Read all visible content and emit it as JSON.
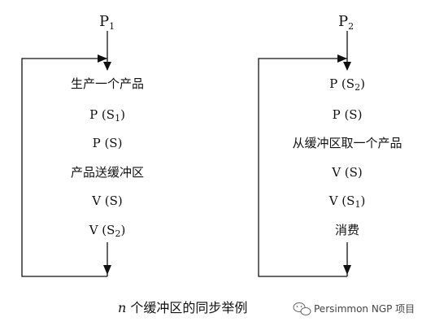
{
  "processes": [
    {
      "name": "P",
      "subscript": "1",
      "steps": [
        {
          "text": "生产一个产品"
        },
        {
          "text": "P (S",
          "sub": "1",
          "after": ")"
        },
        {
          "text": "P (S)"
        },
        {
          "text": "产品送缓冲区"
        },
        {
          "text": "V (S)"
        },
        {
          "text": "V (S",
          "sub": "2",
          "after": ")"
        }
      ]
    },
    {
      "name": "P",
      "subscript": "2",
      "steps": [
        {
          "text": "P (S",
          "sub": "2",
          "after": ")"
        },
        {
          "text": "P (S)"
        },
        {
          "text": "从缓冲区取一个产品"
        },
        {
          "text": "V (S)"
        },
        {
          "text": "V (S",
          "sub": "1",
          "after": ")"
        },
        {
          "text": "消费"
        }
      ]
    }
  ],
  "caption": {
    "italic": "n",
    "text": " 个缓冲区的同步举例"
  },
  "watermark": {
    "text": "Persimmon NGP 项目",
    "icon": "wechat-icon"
  }
}
